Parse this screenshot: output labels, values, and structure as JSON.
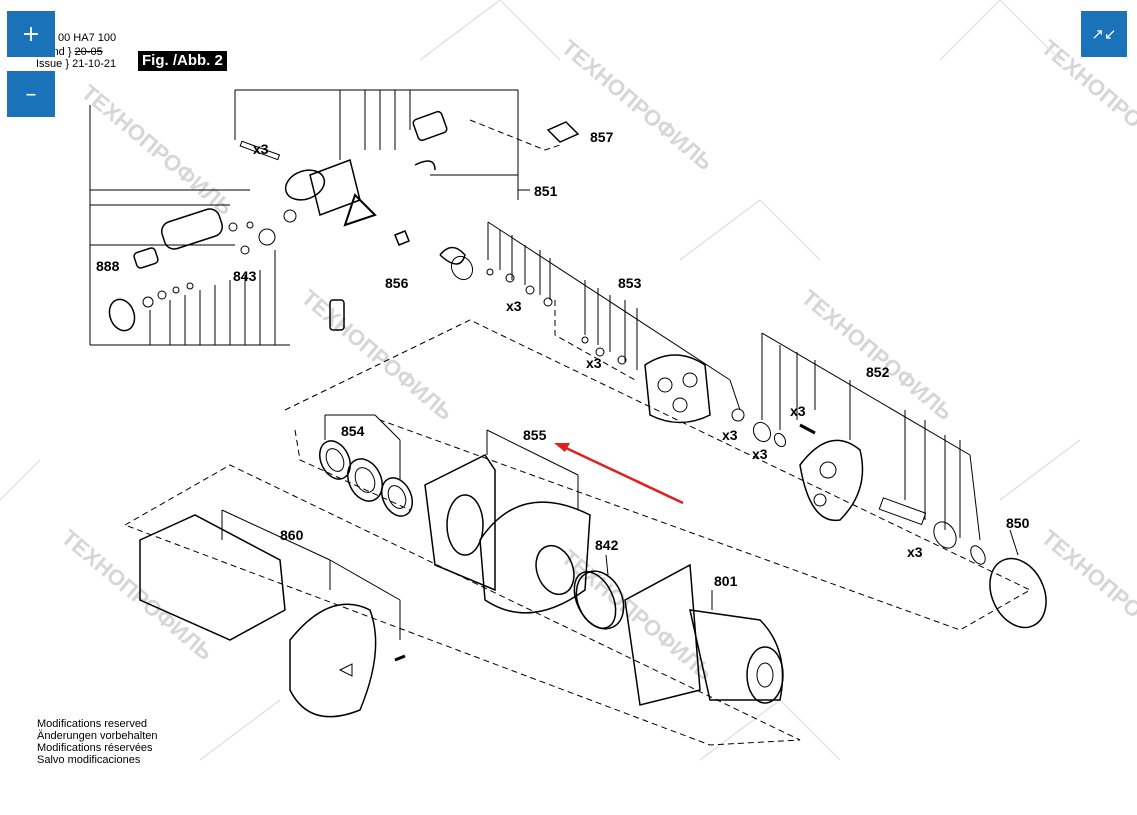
{
  "viewer": {
    "zoom_in_label": "+",
    "zoom_out_label": "–",
    "fullscreen_label": "↗↙"
  },
  "header": {
    "doc_number": "00 HA7 100",
    "stand_label": "Stand",
    "stand_value": "20-05",
    "issue_label": "Issue",
    "issue_value": "21-10-21",
    "figure_label": "Fig. /Abb. 2"
  },
  "callouts": {
    "c857": "857",
    "c851": "851",
    "c888": "888",
    "c843": "843",
    "c856": "856",
    "c853": "853",
    "c852": "852",
    "c854": "854",
    "c855": "855",
    "c860": "860",
    "c842": "842",
    "c801": "801",
    "c850": "850"
  },
  "quantities": {
    "q1": "x3",
    "q2": "x3",
    "q3": "x3",
    "q4": "x3",
    "q5": "x3",
    "q6": "x3",
    "q7": "x3"
  },
  "footer": {
    "lines": [
      "Modifications reserved",
      "Änderungen vorbehalten",
      "Modifications réservées",
      "Salvo modificaciones"
    ]
  },
  "watermark": {
    "brand": "ТЕХНОПРОФИЛЬ"
  },
  "colors": {
    "viewer_buttons": "#1a73b8",
    "highlight_arrow": "#e02020"
  }
}
